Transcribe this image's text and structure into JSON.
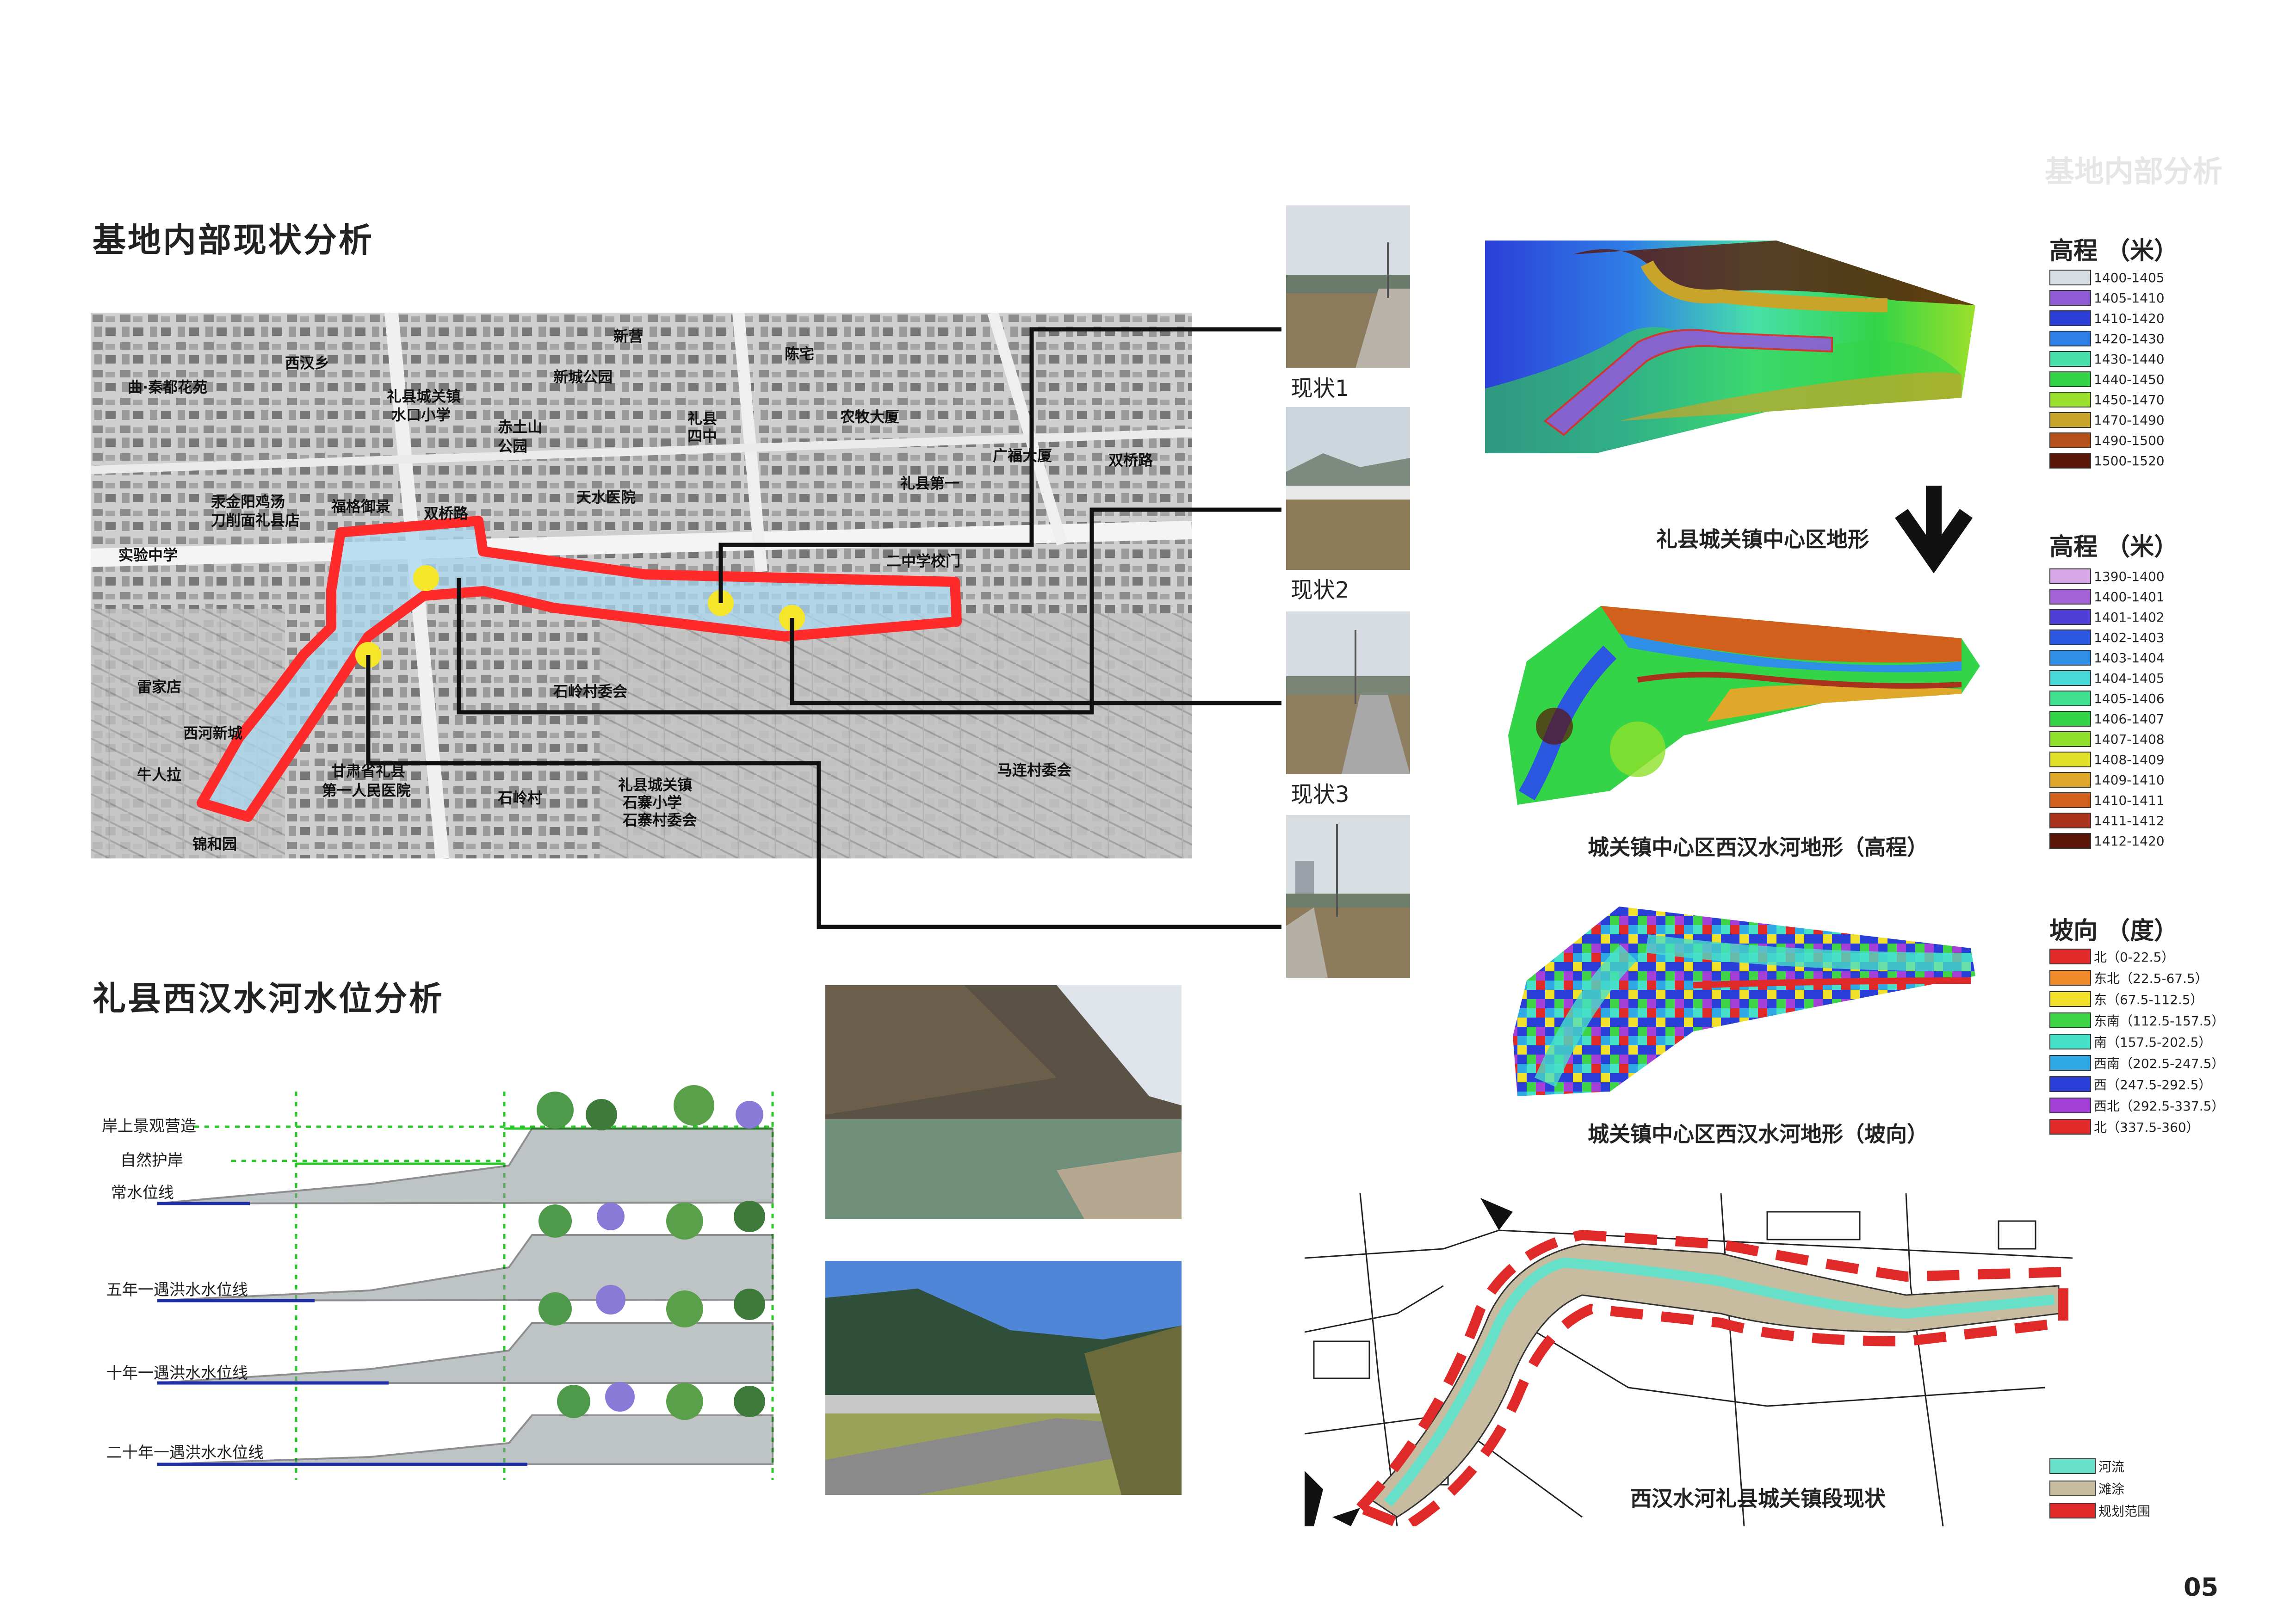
{
  "watermark": "基地内部分析",
  "page_number": "05",
  "section1": {
    "title": "基地内部现状分析"
  },
  "section2": {
    "title": "礼县西汉水河水位分析"
  },
  "map_labels": [
    "新营",
    "新城公园",
    "陈宅",
    "曲·秦都花苑",
    "西汉乡",
    "礼县城关镇",
    "水口小学",
    "赤土山",
    "公园",
    "礼县",
    "四中",
    "农牧大厦",
    "广福大厦",
    "双桥路",
    "天水医院",
    "礼县第一",
    "汞金阳鸡汤",
    "刀削面礼县店",
    "福格御景",
    "双桥路",
    "实验中学",
    "二中学校门",
    "西河新城",
    "石岭村委会",
    "甘肃省礼县",
    "第一人民医院",
    "礼县城关镇",
    "石寨小学",
    "石寨村委会",
    "马连村委会",
    "石岭村",
    "雷家店",
    "牛人拉",
    "锦和园"
  ],
  "status_photos": [
    "现状1",
    "现状2",
    "现状3"
  ],
  "terrain_captions": {
    "map1": "礼县城关镇中心区地形",
    "map2": "城关镇中心区西汉水河地形（高程）",
    "map3": "城关镇中心区西汉水河地形（坡向）",
    "map4": "西汉水河礼县城关镇段现状"
  },
  "legend1": {
    "title": "高程 （米）",
    "items": [
      {
        "label": "1400-1405",
        "color": "#d8dde3"
      },
      {
        "label": "1405-1410",
        "color": "#8f5cd6"
      },
      {
        "label": "1410-1420",
        "color": "#2b3fd8"
      },
      {
        "label": "1420-1430",
        "color": "#2f7fe6"
      },
      {
        "label": "1430-1440",
        "color": "#47e0a8"
      },
      {
        "label": "1440-1450",
        "color": "#33d447"
      },
      {
        "label": "1450-1470",
        "color": "#9be02a"
      },
      {
        "label": "1470-1490",
        "color": "#c9a42a"
      },
      {
        "label": "1490-1500",
        "color": "#b5521c"
      },
      {
        "label": "1500-1520",
        "color": "#5a1608"
      }
    ]
  },
  "legend2": {
    "title": "高程 （米）",
    "items": [
      {
        "label": "1390-1400",
        "color": "#d8a8e8"
      },
      {
        "label": "1400-1401",
        "color": "#a464d8"
      },
      {
        "label": "1401-1402",
        "color": "#4f3fd8"
      },
      {
        "label": "1402-1403",
        "color": "#2a56e0"
      },
      {
        "label": "1403-1404",
        "color": "#2f8fe6"
      },
      {
        "label": "1404-1405",
        "color": "#47d8d8"
      },
      {
        "label": "1405-1406",
        "color": "#3fe08f"
      },
      {
        "label": "1406-1407",
        "color": "#33d447"
      },
      {
        "label": "1407-1408",
        "color": "#8fe02a"
      },
      {
        "label": "1408-1409",
        "color": "#e0e02a"
      },
      {
        "label": "1409-1410",
        "color": "#e0a82a"
      },
      {
        "label": "1410-1411",
        "color": "#d0601c"
      },
      {
        "label": "1411-1412",
        "color": "#a8321c"
      },
      {
        "label": "1412-1420",
        "color": "#5a1608"
      }
    ]
  },
  "legend3": {
    "title": "坡向 （度）",
    "items": [
      {
        "label": "北（0-22.5）",
        "color": "#e02a2a"
      },
      {
        "label": "东北（22.5-67.5）",
        "color": "#f08a2a"
      },
      {
        "label": "东（67.5-112.5）",
        "color": "#f0e02a"
      },
      {
        "label": "东南（112.5-157.5）",
        "color": "#3fd447"
      },
      {
        "label": "南（157.5-202.5）",
        "color": "#47e0c8"
      },
      {
        "label": "西南（202.5-247.5）",
        "color": "#2fa8e6"
      },
      {
        "label": "西（247.5-292.5）",
        "color": "#2a3fd8"
      },
      {
        "label": "西北（292.5-337.5）",
        "color": "#a43fd8"
      },
      {
        "label": "北（337.5-360）",
        "color": "#e02a2a"
      }
    ]
  },
  "legend4": {
    "items": [
      {
        "label": "河流",
        "color": "#66e0c8"
      },
      {
        "label": "滩涂",
        "color": "#c8bca0"
      },
      {
        "label": "规划范围",
        "color": "#e02a2a"
      }
    ]
  },
  "section_labels": [
    "岸上景观营造",
    "自然护岸",
    "常水位线",
    "五年一遇洪水水位线",
    "十年一遇洪水水位线",
    "二十年一遇洪水水位线"
  ]
}
